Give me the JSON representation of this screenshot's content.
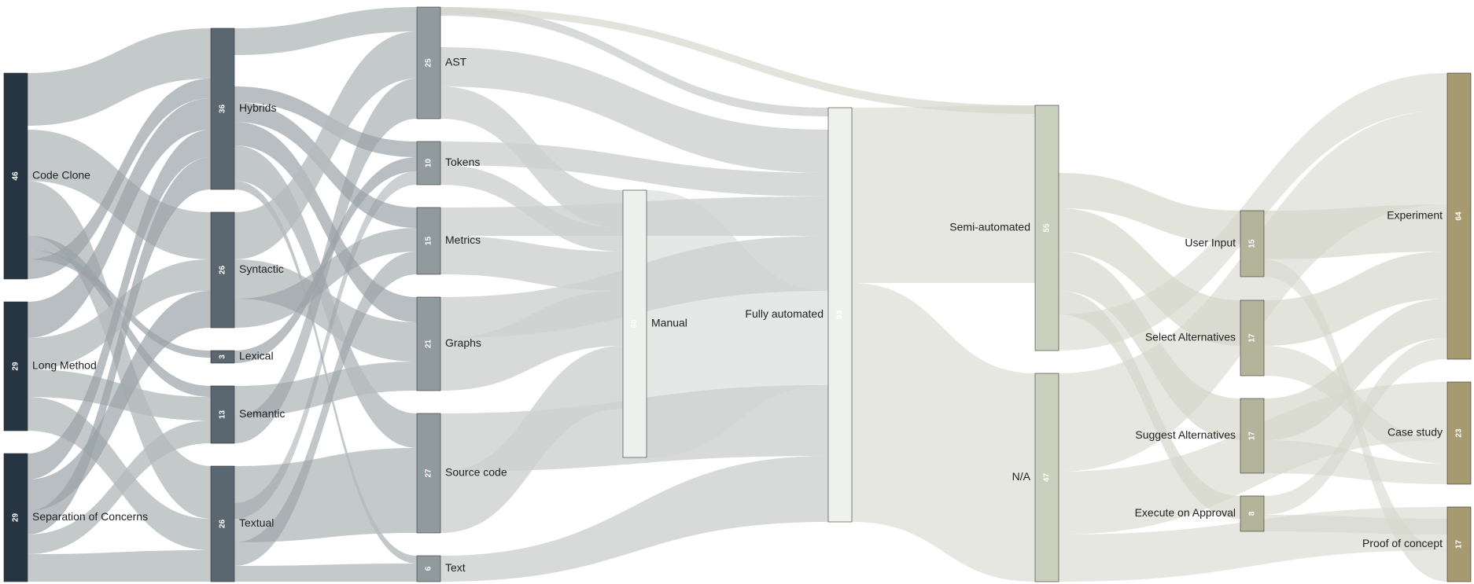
{
  "diagram": {
    "type": "sankey",
    "columns": [
      {
        "name": "smells",
        "color": "#263541",
        "nodes": [
          {
            "id": "code-clone",
            "label": "Code Clone",
            "value": 46
          },
          {
            "id": "long-method",
            "label": "Long Method",
            "value": 29
          },
          {
            "id": "separation-of-concerns",
            "label": "Separation of Concerns",
            "value": 29
          }
        ]
      },
      {
        "name": "technique",
        "color": "#5a6670",
        "nodes": [
          {
            "id": "hybrids",
            "label": "Hybrids",
            "value": 36
          },
          {
            "id": "syntactic",
            "label": "Syntactic",
            "value": 26
          },
          {
            "id": "lexical",
            "label": "Lexical",
            "value": 3
          },
          {
            "id": "semantic",
            "label": "Semantic",
            "value": 13
          },
          {
            "id": "textual",
            "label": "Textual",
            "value": 26
          }
        ]
      },
      {
        "name": "representation",
        "color": "#919a9d",
        "nodes": [
          {
            "id": "ast",
            "label": "AST",
            "value": 25
          },
          {
            "id": "tokens",
            "label": "Tokens",
            "value": 10
          },
          {
            "id": "metrics",
            "label": "Metrics",
            "value": 15
          },
          {
            "id": "graphs",
            "label": "Graphs",
            "value": 21
          },
          {
            "id": "source-code",
            "label": "Source code",
            "value": 27
          },
          {
            "id": "text",
            "label": "Text",
            "value": 6
          }
        ]
      },
      {
        "name": "automation-detection",
        "color": "#eef0ee",
        "nodes": [
          {
            "id": "manual",
            "label": "Manual",
            "value": 60
          }
        ]
      },
      {
        "name": "automation-detection-2",
        "color": "#eef1ec",
        "nodes": [
          {
            "id": "fully-automated",
            "label": "Fully automated",
            "value": 93
          }
        ]
      },
      {
        "name": "automation-refactoring",
        "color": "#c9d0bd",
        "nodes": [
          {
            "id": "semi-automated",
            "label": "Semi-automated",
            "value": 55
          },
          {
            "id": "na",
            "label": "N/A",
            "value": 47
          }
        ]
      },
      {
        "name": "interaction",
        "color": "#b4b49a",
        "nodes": [
          {
            "id": "user-input",
            "label": "User Input",
            "value": 15
          },
          {
            "id": "select-alternatives",
            "label": "Select Alternatives",
            "value": 17
          },
          {
            "id": "suggest-alternatives",
            "label": "Suggest Alternatives",
            "value": 17
          },
          {
            "id": "execute-on-approval",
            "label": "Execute on Approval",
            "value": 8
          }
        ]
      },
      {
        "name": "validation",
        "color": "#a69a70",
        "nodes": [
          {
            "id": "experiment",
            "label": "Experiment",
            "value": 64
          },
          {
            "id": "case-study",
            "label": "Case study",
            "value": 23
          },
          {
            "id": "proof-of-concept",
            "label": "Proof of concept",
            "value": 17
          }
        ]
      }
    ]
  },
  "colors": {
    "link_dark": "#9aa2a7",
    "link_mid": "#b5bbbd",
    "link_light": "#cdd1cf",
    "link_beige": "#d6d7cb",
    "node_stroke": "#333333"
  }
}
